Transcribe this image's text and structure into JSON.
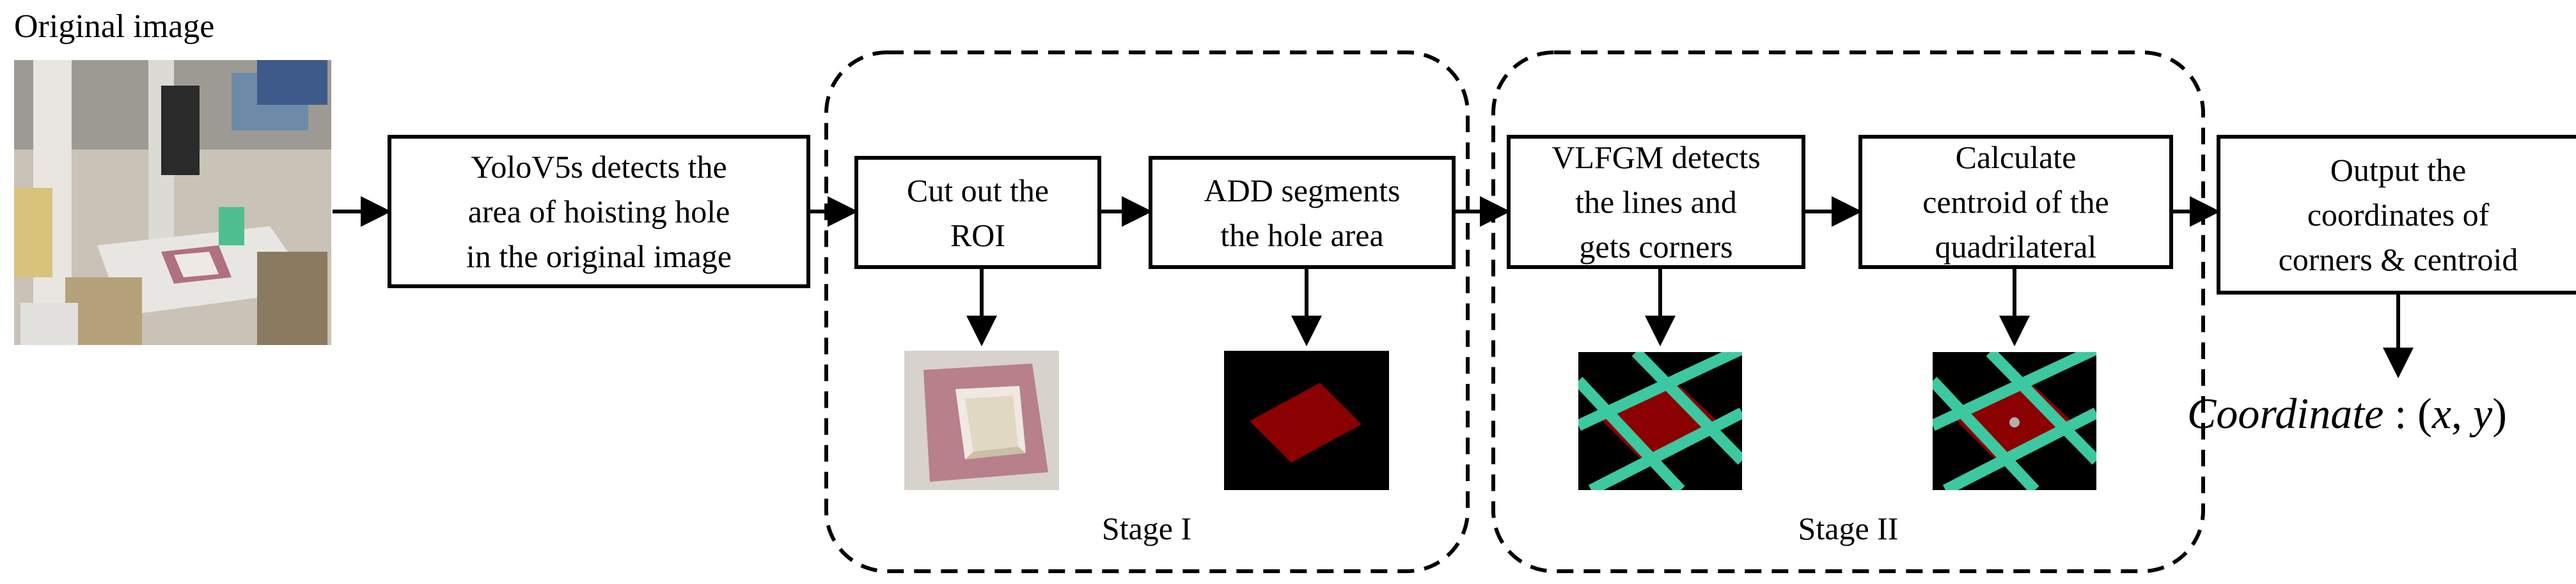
{
  "original_label": "Original image",
  "steps": {
    "yolo": [
      "YoloV5s detects the",
      "area of hoisting hole",
      "in the original image"
    ],
    "cut_roi": [
      "Cut out the",
      "ROI"
    ],
    "add_segments": [
      "ADD segments",
      "the hole area"
    ],
    "vlfgm": [
      "VLFGM detects",
      "the lines and",
      "gets corners"
    ],
    "centroid": [
      "Calculate",
      "centroid of the",
      "quadrilateral"
    ],
    "output": [
      "Output the",
      "coordinates of",
      "corners & centroid"
    ]
  },
  "stages": {
    "stage1": "Stage I",
    "stage2": "Stage II"
  },
  "coordinate": {
    "word": "Coordinate",
    "colon": " : ",
    "open": "(",
    "x": "x",
    "comma": ", ",
    "y": "y",
    "close": ")"
  },
  "colors": {
    "segment": "#8b0000",
    "line": "#3cc8a0",
    "background": "#000000",
    "centroid_dot": "#b0b0b0"
  }
}
